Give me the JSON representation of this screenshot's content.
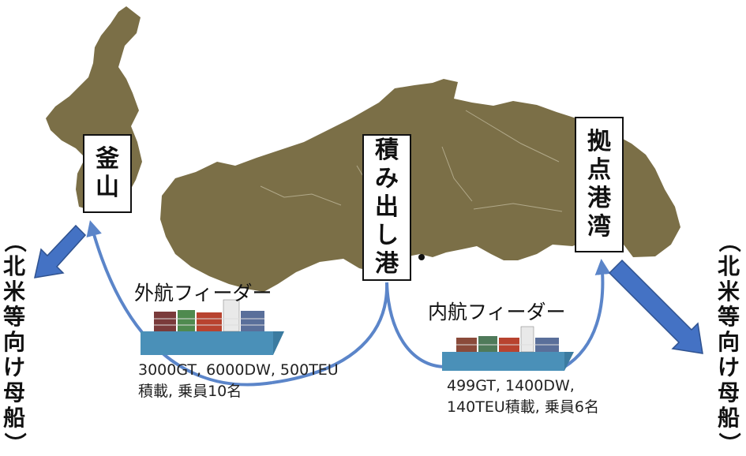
{
  "labels": {
    "busan": [
      "釜",
      "山"
    ],
    "loading_port": [
      "積",
      "み",
      "出",
      "し",
      "港"
    ],
    "hub_port": [
      "拠",
      "点",
      "港",
      "湾"
    ],
    "mothership_left": [
      "（",
      "北",
      "米",
      "等",
      "向",
      "け",
      "母",
      "船",
      "）"
    ],
    "mothership_right": [
      "（",
      "北",
      "米",
      "等",
      "向",
      "け",
      "母",
      "船",
      "）"
    ]
  },
  "feeders": {
    "international": {
      "title": "外航フィーダー",
      "spec_line1": "3000GT, 6000DW, 500TEU",
      "spec_line2": "積載, 乗員10名"
    },
    "domestic": {
      "title": "内航フィーダー",
      "spec_line1": "499GT, 1400DW,",
      "spec_line2": "140TEU積載, 乗員6名"
    }
  },
  "colors": {
    "land": "#7b6f47",
    "route_arrow": "#5b85c9",
    "block_arrow": "#4472c4",
    "ship_hull": "#4a90b8"
  }
}
